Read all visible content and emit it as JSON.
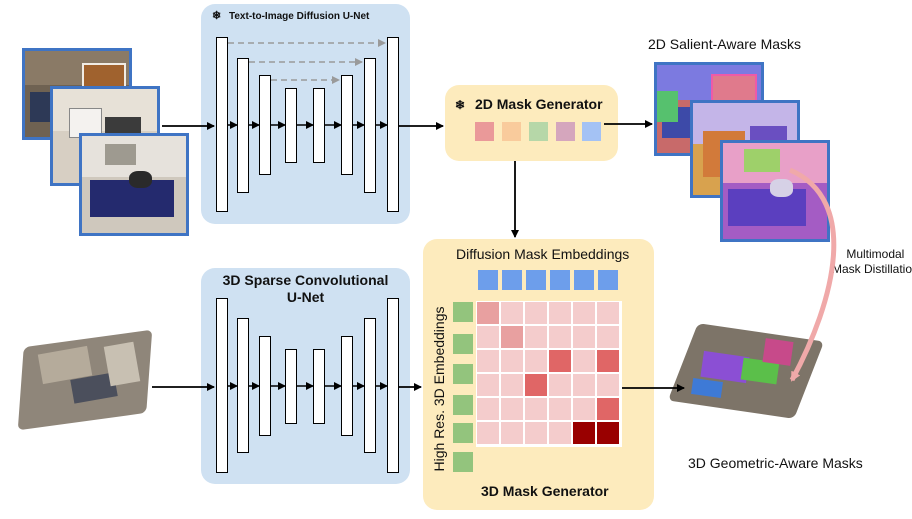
{
  "unet2d": {
    "title": "Text-to-Image Diffusion U-Net",
    "frozen_icon": "snowflake-icon"
  },
  "mask_gen_2d": {
    "title": "2D Mask Generator",
    "frozen_icon": "snowflake-icon",
    "chip_colors": [
      "#ea9999",
      "#f9cb9c",
      "#b6d7a8",
      "#d5a6bd",
      "#a4c2f4"
    ]
  },
  "salient_masks": {
    "title": "2D Salient-Aware Masks"
  },
  "unet3d": {
    "title_line1": "3D Sparse Convolutional",
    "title_line2": "U-Net"
  },
  "mask_gen_3d": {
    "top_label": "Diffusion Mask Embeddings",
    "side_label": "High Res. 3D Embeddings",
    "bottom_label": "3D Mask Generator",
    "matrix_levels": [
      [
        3,
        1,
        1,
        1,
        1,
        1
      ],
      [
        1,
        3,
        1,
        1,
        1,
        1
      ],
      [
        1,
        1,
        1,
        4,
        1,
        4
      ],
      [
        1,
        1,
        4,
        1,
        1,
        1
      ],
      [
        1,
        1,
        1,
        1,
        1,
        4
      ],
      [
        1,
        1,
        1,
        1,
        5,
        5
      ]
    ]
  },
  "distill": {
    "line1": "Multimodal",
    "line2": "Mask Distillation"
  },
  "geo_masks": {
    "title": "3D Geometric-Aware Masks"
  },
  "colors": {
    "unet_panel": "#cfe1f2",
    "mask_panel": "#fdebbd",
    "diff_emb": "#6d9eeb",
    "geo_emb": "#93c47d",
    "level_1": "#f4cccc",
    "level_3": "#e8a0a0",
    "level_4": "#e06666",
    "level_5": "#990000",
    "arrow_distill": "#f0a9a9"
  }
}
